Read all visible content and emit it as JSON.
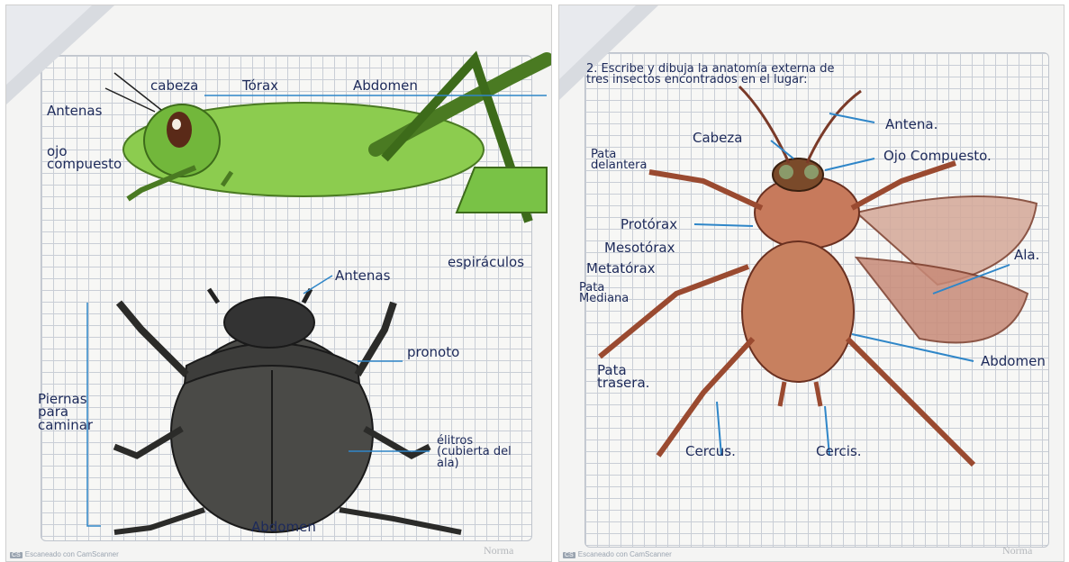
{
  "left_page": {
    "grasshopper_labels": {
      "cabeza": "cabeza",
      "torax": "Tórax",
      "abdomen": "Abdomen",
      "antenas": "Antenas",
      "ojo_compuesto": "ojo\ncompuesto",
      "espiraculos": "espiráculos"
    },
    "beetle_labels": {
      "antenas": "Antenas",
      "pronoto": "pronoto",
      "piernas": "Piernas\npara\ncaminar",
      "elitros": "élitros\n(cubierta del\nala)",
      "abdomen": "Abdomen"
    },
    "footer": "Escaneado con CamScanner",
    "brand": "Norma"
  },
  "right_page": {
    "heading": "2. Escribe y dibuja la anatomía externa de\ntres insectos encontrados en el lugar:",
    "cockroach_labels": {
      "cabeza": "Cabeza",
      "antena": "Antena.",
      "ojo_compuesto": "Ojo Compuesto.",
      "pata_delantera": "Pata\ndelantera",
      "protorax": "Protórax",
      "mesotorax": "Mesotórax",
      "metatorax": "Metatórax",
      "pata_mediana": "Pata\nMediana",
      "ala": "Ala.",
      "abdomen": "Abdomen",
      "pata_trasera": "Pata\ntrasera.",
      "cercus_left": "Cercus.",
      "cercis_right": "Cercis."
    },
    "footer": "Escaneado con CamScanner",
    "brand": "Norma"
  },
  "colors": {
    "ink": "#1d2a5a",
    "pointer": "#2f86c8",
    "grasshopper": "#7cc242",
    "beetle": "#3a3a38",
    "cockroach": "#b0694a"
  }
}
